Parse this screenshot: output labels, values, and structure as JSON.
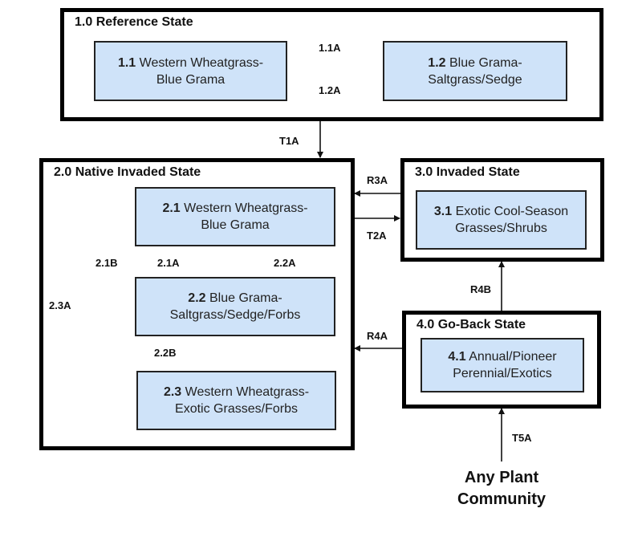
{
  "states": [
    {
      "id": "1.0",
      "title": "1.0 Reference State",
      "phases": [
        {
          "num": "1.1",
          "line1": "Western Wheatgrass-",
          "line2": "Blue Grama"
        },
        {
          "num": "1.2",
          "line1": "Blue Grama-",
          "line2": "Saltgrass/Sedge"
        }
      ]
    },
    {
      "id": "2.0",
      "title": "2.0 Native Invaded State",
      "phases": [
        {
          "num": "2.1",
          "line1": "Western Wheatgrass-",
          "line2": "Blue Grama"
        },
        {
          "num": "2.2",
          "line1": "Blue Grama-",
          "line2": "Saltgrass/Sedge/Forbs"
        },
        {
          "num": "2.3",
          "line1": "Western Wheatgrass-",
          "line2": "Exotic Grasses/Forbs"
        }
      ]
    },
    {
      "id": "3.0",
      "title": "3.0 Invaded State",
      "phases": [
        {
          "num": "3.1",
          "line1": "Exotic Cool-Season",
          "line2": "Grasses/Shrubs"
        }
      ]
    },
    {
      "id": "4.0",
      "title": "4.0 Go-Back State",
      "phases": [
        {
          "num": "4.1",
          "line1": "Annual/Pioneer",
          "line2": "Perennial/Exotics"
        }
      ]
    }
  ],
  "transitions": {
    "t_1_1A": "1.1A",
    "t_1_2A": "1.2A",
    "t_T1A": "T1A",
    "t_2_1A": "2.1A",
    "t_2_2A": "2.2A",
    "t_2_1B": "2.1B",
    "t_2_2B": "2.2B",
    "t_2_3A": "2.3A",
    "t_R3A": "R3A",
    "t_T2A": "T2A",
    "t_R4A": "R4A",
    "t_R4B": "R4B",
    "t_T5A": "T5A"
  },
  "origin": {
    "line1": "Any Plant",
    "line2": "Community"
  },
  "colors": {
    "phase_fill": "#cfe3f9",
    "border": "#000000"
  }
}
